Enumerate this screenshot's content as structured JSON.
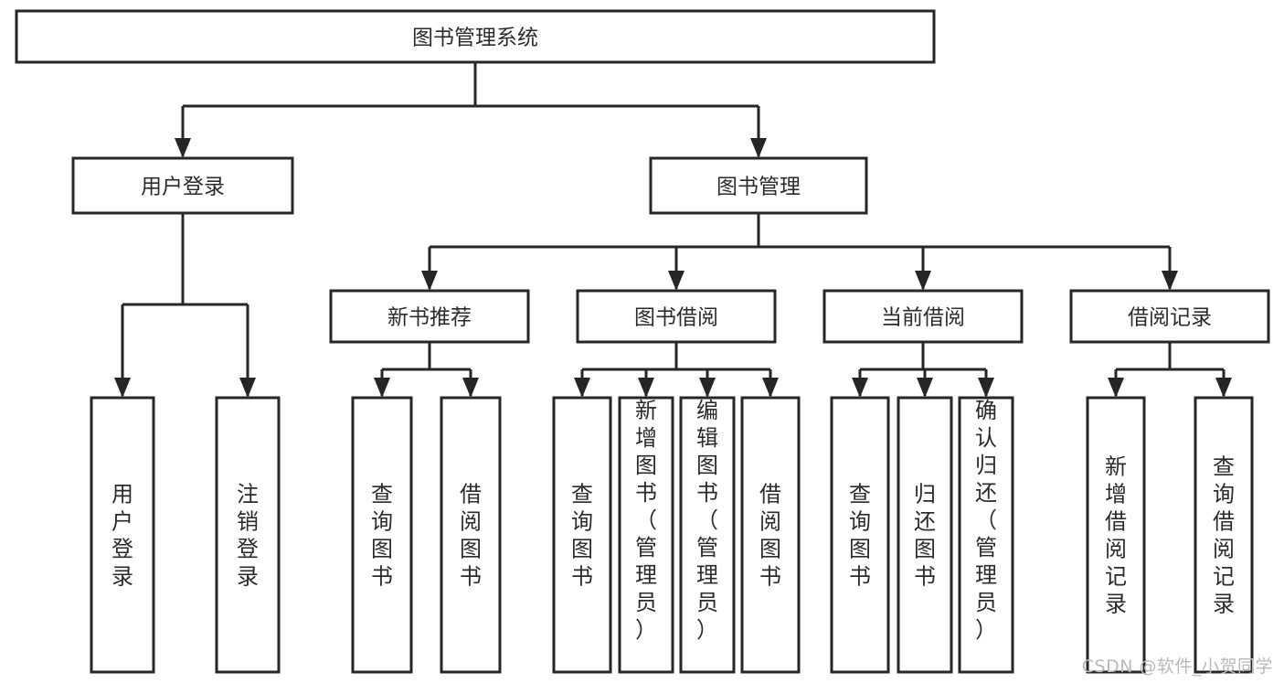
{
  "diagram": {
    "title": "图书管理系统",
    "type": "tree-hierarchy-chart",
    "orientation": "top-down",
    "colors": {
      "box_fill": "#ffffff",
      "box_stroke": "#262626",
      "text": "#2b2b2b",
      "connector": "#262626",
      "background": "#ffffff",
      "watermark": "#b9b9b9"
    },
    "nodes": {
      "root": {
        "label": "图书管理系统",
        "level": 0,
        "orientation": "horizontal"
      },
      "level1": [
        {
          "id": "user-login",
          "label": "用户登录",
          "level": 1,
          "orientation": "horizontal"
        },
        {
          "id": "book-manage",
          "label": "图书管理",
          "level": 1,
          "orientation": "horizontal"
        }
      ],
      "level2": [
        {
          "id": "new-book-recommend",
          "label": "新书推荐",
          "level": 2,
          "orientation": "horizontal",
          "parent": "book-manage"
        },
        {
          "id": "book-borrow",
          "label": "图书借阅",
          "level": 2,
          "orientation": "horizontal",
          "parent": "book-manage"
        },
        {
          "id": "current-borrow",
          "label": "当前借阅",
          "level": 2,
          "orientation": "horizontal",
          "parent": "book-manage"
        },
        {
          "id": "borrow-record",
          "label": "借阅记录",
          "level": 2,
          "orientation": "horizontal",
          "parent": "book-manage"
        }
      ],
      "leaves": [
        {
          "id": "leaf-user-login",
          "label": "用户登录",
          "parent": "user-login",
          "orientation": "vertical",
          "lines": [
            "用",
            "户",
            "登",
            "录"
          ]
        },
        {
          "id": "leaf-logout-login",
          "label": "注销登录",
          "parent": "user-login",
          "orientation": "vertical",
          "lines": [
            "注",
            "销",
            "登",
            "录"
          ]
        },
        {
          "id": "leaf-query-book-1",
          "label": "查询图书",
          "parent": "new-book-recommend",
          "orientation": "vertical",
          "lines": [
            "查",
            "询",
            "图",
            "书"
          ]
        },
        {
          "id": "leaf-borrow-book-1",
          "label": "借阅图书",
          "parent": "new-book-recommend",
          "orientation": "vertical",
          "lines": [
            "借",
            "阅",
            "图",
            "书"
          ]
        },
        {
          "id": "leaf-query-book-2",
          "label": "查询图书",
          "parent": "book-borrow",
          "orientation": "vertical",
          "lines": [
            "查",
            "询",
            "图",
            "书"
          ]
        },
        {
          "id": "leaf-add-book",
          "label": "新增图书（管理员）",
          "parent": "book-borrow",
          "orientation": "vertical",
          "lines": [
            "新",
            "增",
            "图",
            "书",
            "（",
            "管",
            "理",
            "员",
            "）"
          ]
        },
        {
          "id": "leaf-edit-book",
          "label": "编辑图书（管理员）",
          "parent": "book-borrow",
          "orientation": "vertical",
          "lines": [
            "编",
            "辑",
            "图",
            "书",
            "（",
            "管",
            "理",
            "员",
            "）"
          ]
        },
        {
          "id": "leaf-borrow-book-2",
          "label": "借阅图书",
          "parent": "book-borrow",
          "orientation": "vertical",
          "lines": [
            "借",
            "阅",
            "图",
            "书"
          ]
        },
        {
          "id": "leaf-query-book-3",
          "label": "查询图书",
          "parent": "current-borrow",
          "orientation": "vertical",
          "lines": [
            "查",
            "询",
            "图",
            "书"
          ]
        },
        {
          "id": "leaf-return-book",
          "label": "归还图书",
          "parent": "current-borrow",
          "orientation": "vertical",
          "lines": [
            "归",
            "还",
            "图",
            "书"
          ]
        },
        {
          "id": "leaf-confirm-return",
          "label": "确认归还（管理员）",
          "parent": "current-borrow",
          "orientation": "vertical",
          "lines": [
            "确",
            "认",
            "归",
            "还",
            "（",
            "管",
            "理",
            "员",
            "）"
          ]
        },
        {
          "id": "leaf-add-record",
          "label": "新增借阅记录",
          "parent": "borrow-record",
          "orientation": "vertical",
          "lines": [
            "新",
            "增",
            "借",
            "阅",
            "记",
            "录"
          ]
        },
        {
          "id": "leaf-query-record",
          "label": "查询借阅记录",
          "parent": "borrow-record",
          "orientation": "vertical",
          "lines": [
            "查",
            "询",
            "借",
            "阅",
            "记",
            "录"
          ]
        }
      ]
    }
  },
  "watermark": {
    "text": "CSDN @软件_小贺同学"
  }
}
